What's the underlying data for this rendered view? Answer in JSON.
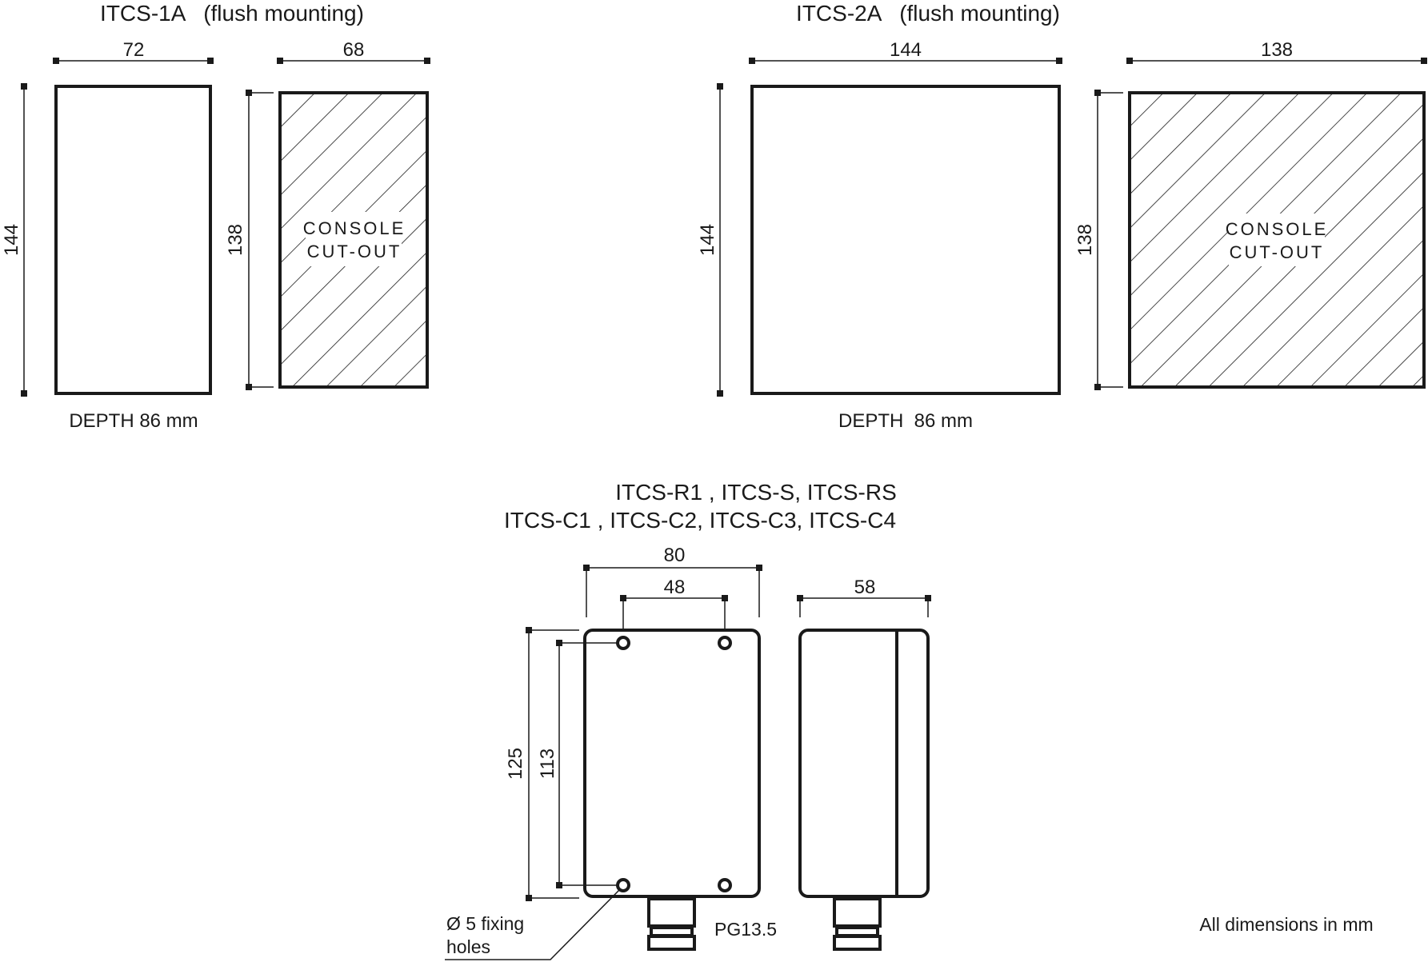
{
  "colors": {
    "ink": "#1a1a1a",
    "background": "#ffffff"
  },
  "itcs_1a": {
    "title": "ITCS-1A   (flush mounting)",
    "front_width": "72",
    "front_height": "144",
    "cutout_width": "68",
    "cutout_height": "138",
    "cutout_label_line1": "CONSOLE",
    "cutout_label_line2": "CUT-OUT",
    "depth": "DEPTH 86 mm"
  },
  "itcs_2a": {
    "title": "ITCS-2A   (flush mounting)",
    "front_width": "144",
    "front_height": "144",
    "cutout_width": "138",
    "cutout_height": "138",
    "cutout_label_line1": "CONSOLE",
    "cutout_label_line2": "CUT-OUT",
    "depth": "DEPTH  86 mm"
  },
  "wall_models": {
    "title_line1": "ITCS-R1 , ITCS-S, ITCS-RS",
    "title_line2": "ITCS-C1 , ITCS-C2, ITCS-C3, ITCS-C4",
    "width": "80",
    "hole_spacing_x": "48",
    "height": "125",
    "hole_spacing_y": "113",
    "side_depth": "58",
    "holes_label_line1": "Ø 5 fixing",
    "holes_label_line2": "holes",
    "gland_label": "PG13.5"
  },
  "footer_note": "All dimensions in mm"
}
